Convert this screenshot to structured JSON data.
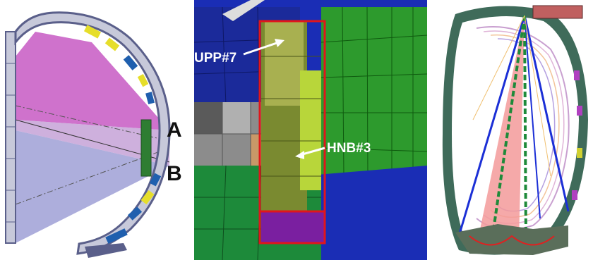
{
  "left_panel": {
    "labels": {
      "a": "A",
      "b": "B"
    },
    "colors": {
      "fan_a": "#c34fbf",
      "fan_b": "#9fa0d6",
      "wall": "#5a5f8a",
      "blanket": "#c7c9da",
      "module_yellow": "#e6de2a",
      "module_blue": "#1f5fae",
      "port_green": "#2e7d32"
    }
  },
  "middle_panel": {
    "labels": {
      "upp": "UPP#7",
      "hnb": "HNB#3"
    },
    "colors": {
      "highlight_box": "#e0161b",
      "navy": "#1a2db5",
      "green": "#2d9a2d",
      "olive": "#8a9a3a",
      "gray": "#8c8c8c"
    }
  },
  "right_panel": {
    "colors": {
      "outer_wall": "#3f6b5a",
      "fan": "#f39a9a",
      "chord_blue": "#1b2fd6",
      "chord_green": "#1e8a3a",
      "flux_lines": "#c9a0d0"
    }
  }
}
